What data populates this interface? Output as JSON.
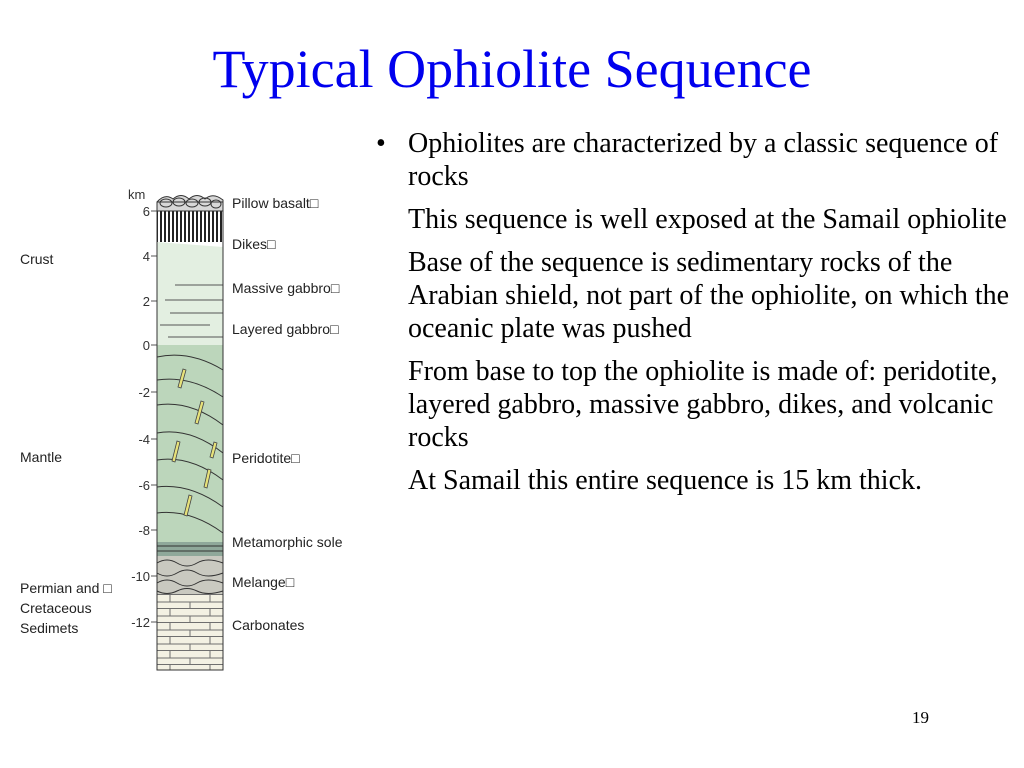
{
  "slide": {
    "title": "Typical Ophiolite Sequence",
    "page_number": "19"
  },
  "diagram": {
    "unit": "km",
    "depth_ticks": [
      "6",
      "4",
      "2",
      "0",
      "-2",
      "-4",
      "-6",
      "-8",
      "-10",
      "-12"
    ],
    "groups": [
      "Crust",
      "Mantle",
      "Permian and □",
      "Cretaceous",
      "Sedimets"
    ],
    "layers": [
      "Pillow basalt□",
      "Dikes□",
      "Massive gabbro□",
      "Layered gabbro□",
      "Peridotite□",
      "Metamorphic sole",
      "Melange□",
      "Carbonates"
    ],
    "colors": {
      "gabbro": "#e3efe1",
      "peridotite": "#bcd6bb",
      "sole": "#8fa89a",
      "melange": "#c9c9c0",
      "carbonate": "#f3f1e3",
      "dunite_pods": "#e6e27a"
    }
  },
  "bullets": [
    "Ophiolites are characterized by a classic sequence of rocks",
    "This sequence is well exposed at the Samail ophiolite",
    "Base of the sequence is sedimentary rocks of the Arabian shield, not part of the ophiolite, on which the oceanic plate was pushed",
    "From base to top the ophiolite is made of: peridotite, layered gabbro, massive gabbro, dikes, and volcanic rocks",
    "At Samail this entire sequence is 15 km thick."
  ],
  "bullet_marker": "•"
}
